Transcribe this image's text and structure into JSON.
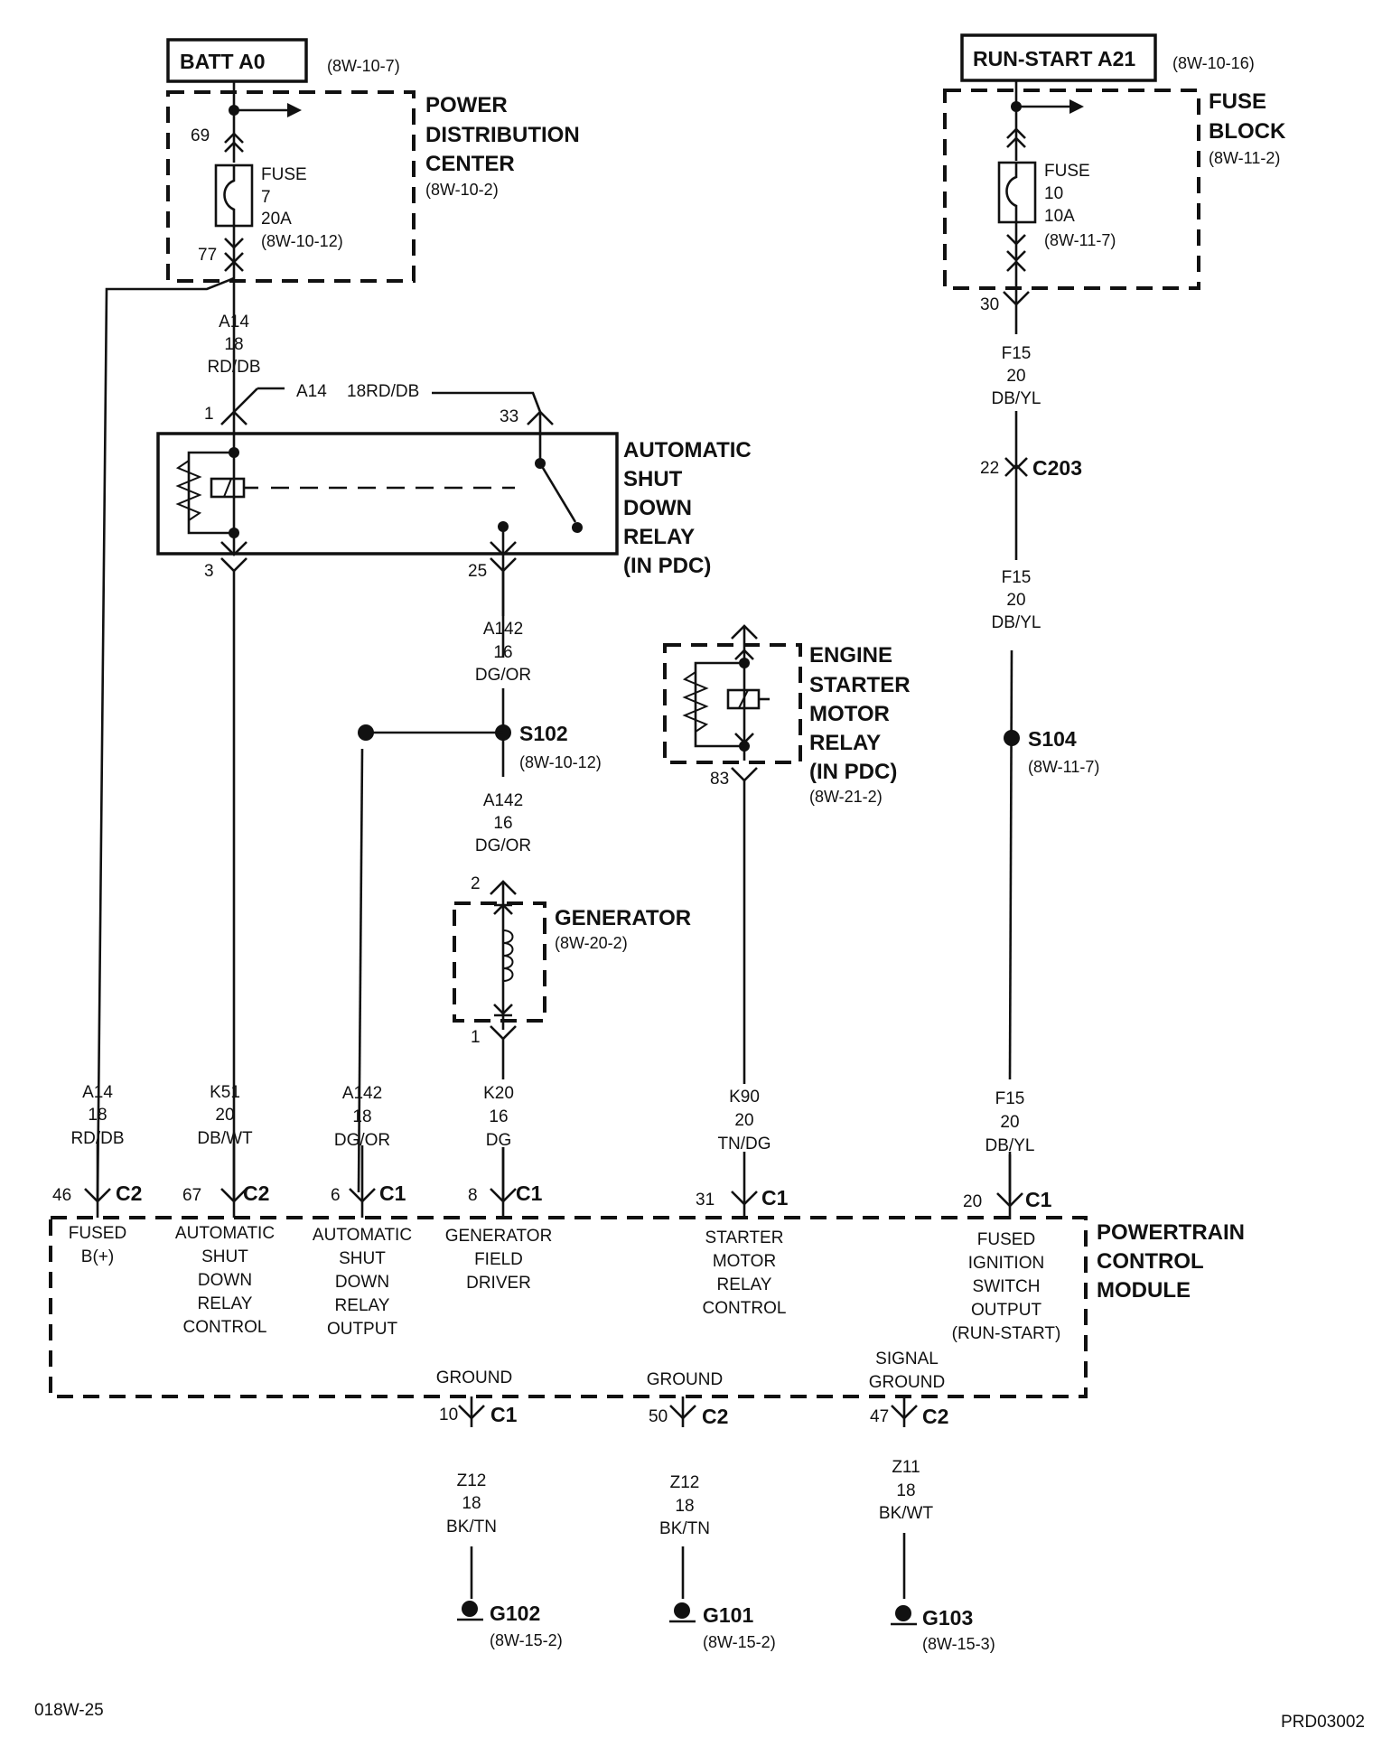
{
  "sources": {
    "batt": {
      "label": "BATT A0",
      "ref": "(8W-10-7)"
    },
    "run_start": {
      "label": "RUN-START A21",
      "ref": "(8W-10-16)"
    }
  },
  "pdc": {
    "lines": [
      "POWER",
      "DISTRIBUTION",
      "CENTER"
    ],
    "ref": "(8W-10-2)",
    "pin_in": "69",
    "pin_out": "77",
    "fuse": {
      "lines": [
        "FUSE",
        "7",
        "20A"
      ],
      "ref": "(8W-10-12)"
    }
  },
  "fuse_block": {
    "lines": [
      "FUSE",
      "BLOCK"
    ],
    "ref": "(8W-11-2)",
    "fuse": {
      "lines": [
        "FUSE",
        "10",
        "10A"
      ],
      "ref": "(8W-11-7)"
    },
    "pin_out": "30"
  },
  "asd_relay": {
    "lines": [
      "AUTOMATIC",
      "SHUT",
      "DOWN",
      "RELAY",
      "(IN PDC)"
    ],
    "pin1": "1",
    "pin3": "3",
    "pin25": "25",
    "pin33": "33",
    "jumper": {
      "circuit": "A14",
      "wire": "18RD/DB"
    }
  },
  "esm_relay": {
    "lines": [
      "ENGINE",
      "STARTER",
      "MOTOR",
      "RELAY",
      "(IN PDC)"
    ],
    "ref": "(8W-21-2)",
    "pin": "83"
  },
  "generator": {
    "label": "GENERATOR",
    "ref": "(8W-20-2)",
    "pin_top": "2",
    "pin_bottom": "1"
  },
  "splices": {
    "s102": {
      "label": "S102",
      "ref": "(8W-10-12)"
    },
    "s104": {
      "label": "S104",
      "ref": "(8W-11-7)"
    }
  },
  "connector_c203": {
    "pin": "22",
    "label": "C203"
  },
  "wires": {
    "a14_top": [
      "A14",
      "18",
      "RD/DB"
    ],
    "f15_top": [
      "F15",
      "20",
      "DB/YL"
    ],
    "f15_mid": [
      "F15",
      "20",
      "DB/YL"
    ],
    "a142_top": [
      "A142",
      "16",
      "DG/OR"
    ],
    "a142_mid": [
      "A142",
      "16",
      "DG/OR"
    ],
    "a14_pcm": [
      "A14",
      "18",
      "RD/DB"
    ],
    "k51": [
      "K51",
      "20",
      "DB/WT"
    ],
    "a142_pcm": [
      "A142",
      "18",
      "DG/OR"
    ],
    "k20": [
      "K20",
      "16",
      "DG"
    ],
    "k90": [
      "K90",
      "20",
      "TN/DG"
    ],
    "f15_pcm": [
      "F15",
      "20",
      "DB/YL"
    ],
    "z12a": [
      "Z12",
      "18",
      "BK/TN"
    ],
    "z12b": [
      "Z12",
      "18",
      "BK/TN"
    ],
    "z11": [
      "Z11",
      "18",
      "BK/WT"
    ]
  },
  "pcm": {
    "title": [
      "POWERTRAIN",
      "CONTROL",
      "MODULE"
    ],
    "pins": [
      {
        "pin": "46",
        "conn": "C2",
        "label": [
          "FUSED",
          "B(+)"
        ]
      },
      {
        "pin": "67",
        "conn": "C2",
        "label": [
          "AUTOMATIC",
          "SHUT",
          "DOWN",
          "RELAY",
          "CONTROL"
        ]
      },
      {
        "pin": "6",
        "conn": "C1",
        "label": [
          "AUTOMATIC",
          "SHUT",
          "DOWN",
          "RELAY",
          "OUTPUT"
        ]
      },
      {
        "pin": "8",
        "conn": "C1",
        "label": [
          "GENERATOR",
          "FIELD",
          "DRIVER"
        ]
      },
      {
        "pin": "31",
        "conn": "C1",
        "label": [
          "STARTER",
          "MOTOR",
          "RELAY",
          "CONTROL"
        ]
      },
      {
        "pin": "20",
        "conn": "C1",
        "label": [
          "FUSED",
          "IGNITION",
          "SWITCH",
          "OUTPUT",
          "(RUN-START)"
        ]
      }
    ],
    "grounds": [
      {
        "pin": "10",
        "conn": "C1",
        "label": [
          "GROUND"
        ]
      },
      {
        "pin": "50",
        "conn": "C2",
        "label": [
          "GROUND"
        ]
      },
      {
        "pin": "47",
        "conn": "C2",
        "label": [
          "SIGNAL",
          "GROUND"
        ]
      }
    ]
  },
  "ground_points": [
    {
      "label": "G102",
      "ref": "(8W-15-2)"
    },
    {
      "label": "G101",
      "ref": "(8W-15-2)"
    },
    {
      "label": "G103",
      "ref": "(8W-15-3)"
    }
  ],
  "footer": {
    "left": "018W-25",
    "right": "PRD03002"
  }
}
